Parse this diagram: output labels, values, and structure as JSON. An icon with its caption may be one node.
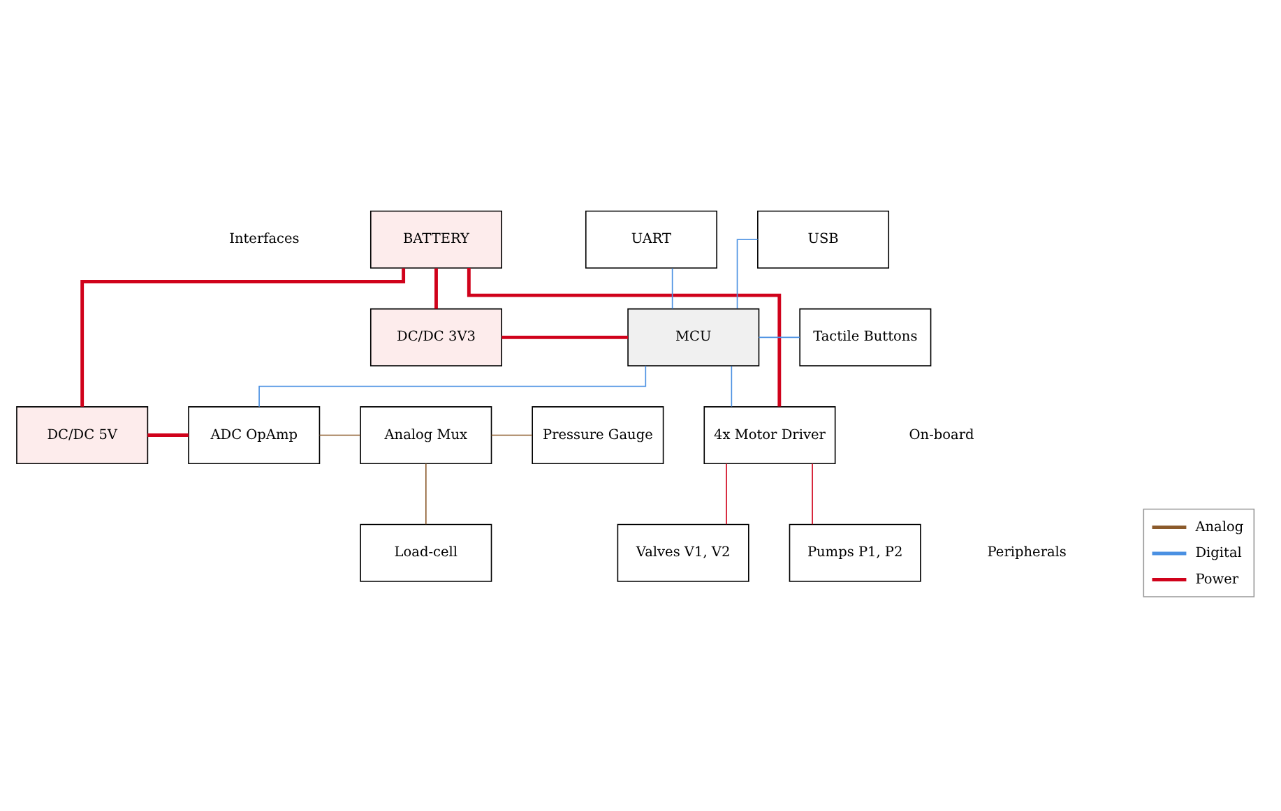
{
  "diagram": {
    "nodes": [
      {
        "text": [
          "BATTERY"
        ]
      },
      {
        "text": [
          "USB"
        ]
      },
      {
        "text": [
          "UART"
        ]
      },
      {
        "text": [
          "DC/DC 3V3"
        ]
      },
      {
        "text": [
          "MCU"
        ]
      },
      {
        "text": [
          "Tactile Buttons"
        ]
      },
      {
        "text": [
          "DC/DC 5V"
        ]
      },
      {
        "text": [
          "ADC OpAmp"
        ]
      },
      {
        "text": [
          "Analog Mux"
        ]
      },
      {
        "text": [
          "Pressure Gauge"
        ]
      },
      {
        "text": [
          "4x Motor Driver"
        ]
      },
      {
        "text": [
          "Pumps P1, P2"
        ]
      },
      {
        "text": [
          "Valves V1, V2"
        ]
      },
      {
        "text": [
          "Load-cell"
        ]
      }
    ],
    "edges": [
      {
        "from": 0,
        "to": 3,
        "arrow": "none",
        "style": "thick",
        "color": "#d0021b"
      },
      {
        "from": 0,
        "to": 6,
        "arrow": "none",
        "style": "thick",
        "color": "#d0021b"
      },
      {
        "from": 0,
        "to": 10,
        "arrow": "none",
        "style": "thick",
        "color": "#d0021b"
      },
      {
        "from": 3,
        "to": 4,
        "arrow": "none",
        "style": "thick",
        "color": "#d0021b"
      },
      {
        "from": 6,
        "to": 7,
        "arrow": "none",
        "style": "thick",
        "color": "#d0021b"
      },
      {
        "from": 1,
        "to": 4,
        "arrow": "none",
        "color": "#4a90e2"
      },
      {
        "from": 2,
        "to": 4,
        "arrow": "none",
        "color": "#4a90e2"
      },
      {
        "from": 4,
        "to": 5,
        "arrow": "none",
        "color": "#4a90e2"
      },
      {
        "from": 4,
        "to": 7,
        "arrow": "none",
        "color": "#4a90e2"
      },
      {
        "from": 4,
        "to": 10,
        "arrow": "none",
        "color": "#4a90e2"
      },
      {
        "from": 7,
        "to": 8,
        "arrow": "none",
        "color": "#8b5a2b"
      },
      {
        "from": 8,
        "to": 9,
        "arrow": "none",
        "color": "#8b5a2b"
      },
      {
        "from": 8,
        "to": 13,
        "arrow": "none",
        "color": "#8b5a2b"
      },
      {
        "from": 10,
        "to": 11,
        "arrow": "none",
        "color": "#d0021b"
      },
      {
        "from": 10,
        "to": 12,
        "arrow": "none",
        "color": "#d0021b"
      }
    ],
    "labels": [
      "Interfaces",
      "On-board",
      "Peripherals"
    ],
    "legend": [
      {
        "text": "Analog",
        "color": "#8b5a2b"
      },
      {
        "text": "Digital",
        "color": "#4a90e2"
      },
      {
        "text": "Power",
        "color": "#d0021b"
      }
    ]
  }
}
